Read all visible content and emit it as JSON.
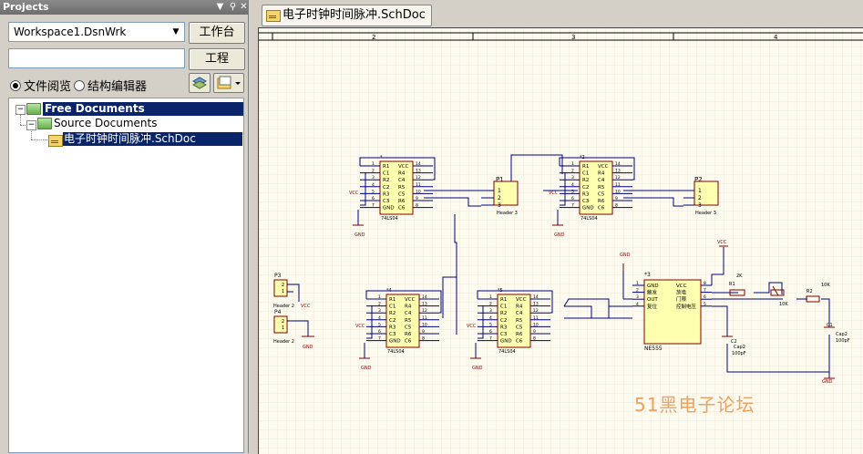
{
  "panel": {
    "title": "Projects",
    "workspace_value": "Workspace1.DsnWrk",
    "workspace_button": "工作台",
    "project_button": "工程",
    "radio_file_view": "文件阅览",
    "radio_structure_editor": "结构编辑器"
  },
  "tree": {
    "root_label": "Free Documents",
    "source_label": "Source Documents",
    "file_label": "电子时钟时间脉冲.SchDoc"
  },
  "document": {
    "tab_label": "电子时钟时间脉冲.SchDoc",
    "ruler_numbers": [
      "2",
      "3",
      "4"
    ],
    "watermark": "51黑电子论坛"
  },
  "schematic": {
    "chip_name": "74LS04",
    "chip_ref": "*",
    "chip2_ref": "*2",
    "chip4_ref": "*4",
    "chip5_ref": "*5",
    "pins_left": [
      "R1",
      "C1",
      "R2",
      "C2",
      "R3",
      "C3",
      "GND"
    ],
    "pins_right": [
      "VCC",
      "R4",
      "C4",
      "R5",
      "C5",
      "R6",
      "C6"
    ],
    "pinnums_left": [
      "1",
      "2",
      "3",
      "4",
      "5",
      "6",
      "7"
    ],
    "pinnums_right": [
      "14",
      "13",
      "12",
      "11",
      "10",
      "9",
      "8"
    ],
    "vcc": "VCC",
    "gnd": "GND",
    "header3_p1": "P1",
    "header3_p2": "P2",
    "header3_label": "Header 3",
    "header2_p3": "P3",
    "header2_p4": "P4",
    "header2_label": "Header 2",
    "pins_123": [
      "1",
      "2",
      "3"
    ],
    "pins_21": [
      "2",
      "1"
    ],
    "timer_ref": "*3",
    "timer_name": "NE555",
    "timer_left_pins": [
      "GND",
      "触发",
      "OUT",
      "复位"
    ],
    "timer_right_pins": [
      "VCC",
      "放电",
      "门限",
      "控制电压"
    ],
    "timer_left_nums": [
      "1",
      "2",
      "3",
      "4"
    ],
    "timer_right_nums": [
      "8",
      "7",
      "6",
      "5"
    ],
    "r1": "R1",
    "r1_val": "2K",
    "r2": "R2",
    "r2_val": "10K",
    "pot_val": "10K",
    "c1": "C1",
    "c1_type": "Cap2",
    "c1_val": "100pF",
    "c2": "C2",
    "c2_type": "Cap2",
    "c2_val": "100pF"
  },
  "colors": {
    "wire": "#000080",
    "chip_fill": "#ffffb0",
    "chip_border": "#800000",
    "grid": "#f1e8d8",
    "tree_selection": "#0a246a",
    "watermark": "#f0a15e"
  }
}
